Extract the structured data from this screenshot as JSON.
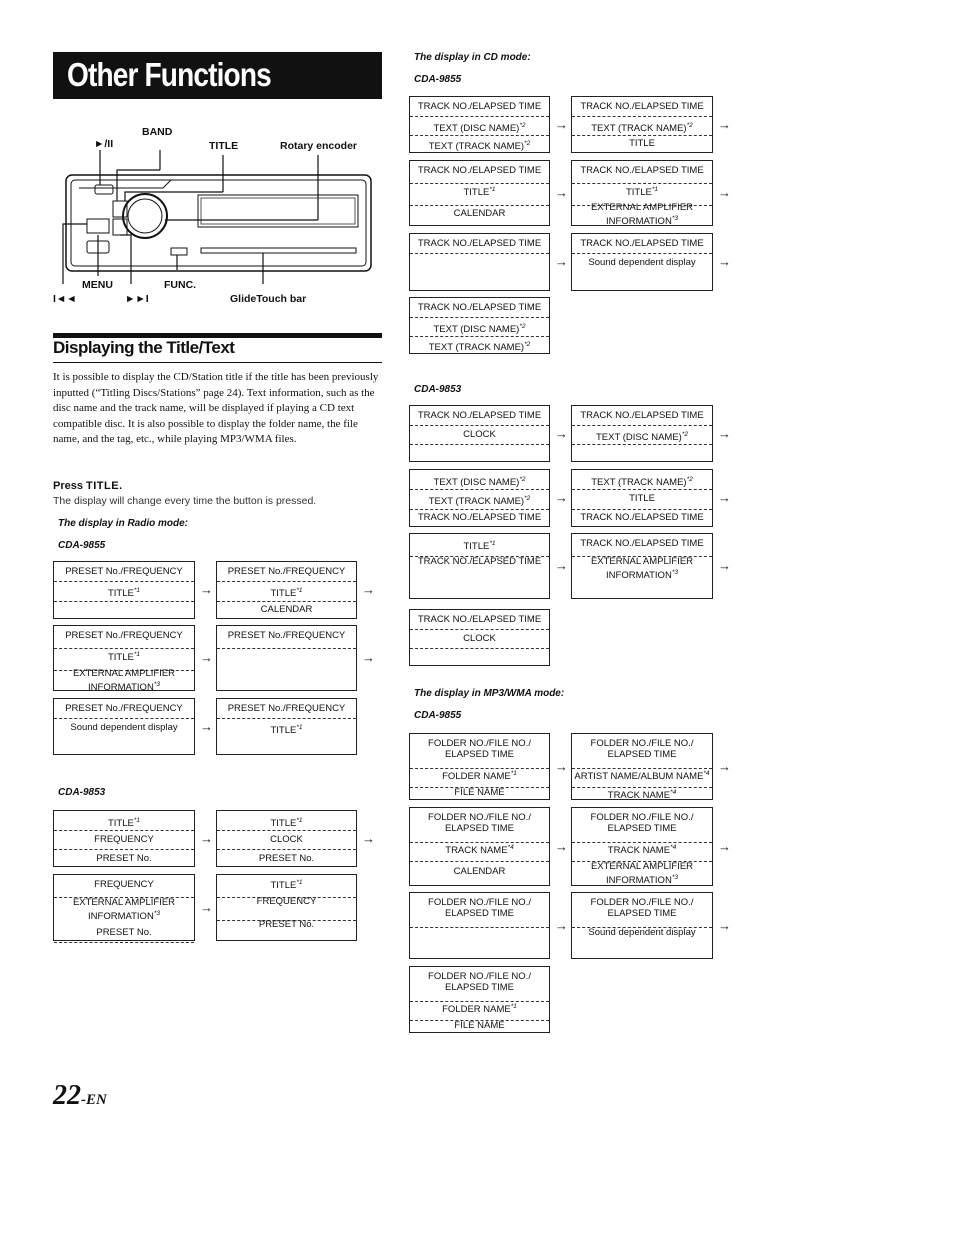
{
  "header": {
    "title": "Other Functions"
  },
  "device": {
    "labels": {
      "play_pause": "►/II",
      "band": "BAND",
      "title": "TITLE",
      "rotary": "Rotary encoder",
      "menu": "MENU",
      "func": "FUNC.",
      "prev": "I◄◄",
      "next": "►►I",
      "glidetouch": "GlideTouch bar"
    }
  },
  "section": {
    "title": "Displaying the Title/Text",
    "body": "It is possible to display the CD/Station title if the title has been previously inputted (“Titling Discs/Stations” page 24). Text information, such as the disc name and the track name, will be displayed if playing a CD text compatible disc. It is also possible to display the folder name, the file name, and the tag, etc., while playing MP3/WMA files.",
    "press_prefix": "Press ",
    "press_key": "TITLE",
    "press_suffix": ".",
    "press_desc": "The display will change every time the button is pressed."
  },
  "radio": {
    "heading": "The display in Radio mode:",
    "model_a": "CDA-9855",
    "model_b": "CDA-9853"
  },
  "cd": {
    "heading": "The display in CD mode:",
    "model_a": "CDA-9855",
    "model_b": "CDA-9853"
  },
  "mp3": {
    "heading": "The display in MP3/WMA mode:",
    "model_a": "CDA-9855"
  },
  "boxes": [
    {
      "rows": [
        [
          "PRESET No./FREQUENCY",
          ""
        ],
        [
          "TITLE",
          "*1"
        ],
        [
          "",
          ""
        ]
      ]
    },
    {
      "rows": [
        [
          "PRESET No./FREQUENCY",
          ""
        ],
        [
          "TITLE",
          "*1"
        ],
        [
          "CALENDAR",
          ""
        ]
      ]
    },
    {
      "rows": [
        [
          "PRESET No./FREQUENCY",
          ""
        ],
        [
          "TITLE",
          "*1"
        ],
        [
          "EXTERNAL AMPLIFIER",
          ""
        ],
        [
          "INFORMATION",
          "*3"
        ]
      ]
    },
    {
      "rows": [
        [
          "PRESET No./FREQUENCY",
          ""
        ],
        [
          "",
          ""
        ],
        [
          "",
          ""
        ]
      ]
    },
    {
      "rows": [
        [
          "PRESET No./FREQUENCY",
          ""
        ],
        [
          "Sound dependent display",
          ""
        ],
        [
          "",
          ""
        ]
      ]
    },
    {
      "rows": [
        [
          "PRESET No./FREQUENCY",
          ""
        ],
        [
          "TITLE",
          "*1"
        ],
        [
          "",
          ""
        ]
      ]
    },
    {
      "rows": [
        [
          "TITLE",
          "*1"
        ],
        [
          "FREQUENCY",
          ""
        ],
        [
          "PRESET No.",
          ""
        ]
      ]
    },
    {
      "rows": [
        [
          "TITLE",
          "*1"
        ],
        [
          "CLOCK",
          ""
        ],
        [
          "PRESET No.",
          ""
        ]
      ]
    },
    {
      "rows": [
        [
          "FREQUENCY",
          ""
        ],
        [
          "EXTERNAL AMPLIFIER",
          ""
        ],
        [
          "INFORMATION",
          "*3"
        ],
        [
          "PRESET No.",
          ""
        ]
      ]
    },
    {
      "rows": [
        [
          "TITLE",
          "*1"
        ],
        [
          "FREQUENCY",
          ""
        ],
        [
          "PRESET No.",
          ""
        ]
      ]
    },
    {
      "rows": [
        [
          "TRACK NO./ELAPSED TIME",
          ""
        ],
        [
          "TEXT (DISC NAME)",
          "*2"
        ],
        [
          "TEXT (TRACK NAME)",
          "*2"
        ]
      ]
    },
    {
      "rows": [
        [
          "TRACK NO./ELAPSED TIME",
          ""
        ],
        [
          "TEXT (TRACK NAME)",
          "*2"
        ],
        [
          "TITLE",
          ""
        ]
      ]
    },
    {
      "rows": [
        [
          "TRACK NO./ELAPSED TIME",
          ""
        ],
        [
          "TITLE",
          "*1"
        ],
        [
          "CALENDAR",
          ""
        ]
      ]
    },
    {
      "rows": [
        [
          "TRACK NO./ELAPSED TIME",
          ""
        ],
        [
          "TITLE",
          "*1"
        ],
        [
          "EXTERNAL AMPLIFIER",
          ""
        ],
        [
          "INFORMATION",
          "*3"
        ]
      ]
    },
    {
      "rows": [
        [
          "TRACK NO./ELAPSED TIME",
          ""
        ],
        [
          "",
          ""
        ],
        [
          "",
          ""
        ]
      ]
    },
    {
      "rows": [
        [
          "TRACK NO./ELAPSED TIME",
          ""
        ],
        [
          "Sound dependent display",
          ""
        ],
        [
          "",
          ""
        ]
      ]
    },
    {
      "rows": [
        [
          "TRACK NO./ELAPSED TIME",
          ""
        ],
        [
          "TEXT (DISC NAME)",
          "*2"
        ],
        [
          "TEXT (TRACK NAME)",
          "*2"
        ]
      ]
    },
    {
      "rows": [
        [
          "TRACK NO./ELAPSED TIME",
          ""
        ],
        [
          "CLOCK",
          ""
        ],
        [
          "",
          ""
        ]
      ]
    },
    {
      "rows": [
        [
          "TRACK NO./ELAPSED TIME",
          ""
        ],
        [
          "TEXT (DISC NAME)",
          "*2"
        ],
        [
          "",
          ""
        ]
      ]
    },
    {
      "rows": [
        [
          "TEXT (DISC NAME)",
          "*2"
        ],
        [
          "TEXT (TRACK NAME)",
          "*2"
        ],
        [
          "TRACK NO./ELAPSED TIME",
          ""
        ]
      ]
    },
    {
      "rows": [
        [
          "TEXT (TRACK NAME)",
          "*2"
        ],
        [
          "TITLE",
          ""
        ],
        [
          "TRACK NO./ELAPSED TIME",
          ""
        ]
      ]
    },
    {
      "rows": [
        [
          "TITLE",
          "*1"
        ],
        [
          "TRACK NO./ELAPSED TIME",
          ""
        ],
        [
          "",
          ""
        ]
      ]
    },
    {
      "rows": [
        [
          "TRACK NO./ELAPSED TIME",
          ""
        ],
        [
          "EXTERNAL AMPLIFIER",
          ""
        ],
        [
          "INFORMATION",
          "*3"
        ]
      ]
    },
    {
      "rows": [
        [
          "TRACK NO./ELAPSED TIME",
          ""
        ],
        [
          "CLOCK",
          ""
        ],
        [
          "",
          ""
        ]
      ]
    },
    {
      "rows": [
        [
          "FOLDER NO./FILE NO./",
          ""
        ],
        [
          "ELAPSED TIME",
          ""
        ],
        [
          "FOLDER NAME",
          "*1"
        ],
        [
          "FILE  NAME",
          ""
        ]
      ]
    },
    {
      "rows": [
        [
          "FOLDER NO./FILE NO./",
          ""
        ],
        [
          "ELAPSED TIME",
          ""
        ],
        [
          "ARTIST NAME/ALBUM NAME",
          "*4"
        ],
        [
          "TRACK NAME",
          "*4"
        ]
      ]
    },
    {
      "rows": [
        [
          "FOLDER NO./FILE NO./",
          ""
        ],
        [
          "ELAPSED TIME",
          ""
        ],
        [
          "TRACK NAME",
          "*4"
        ],
        [
          "CALENDAR",
          ""
        ]
      ]
    },
    {
      "rows": [
        [
          "FOLDER NO./FILE NO./",
          ""
        ],
        [
          "ELAPSED TIME",
          ""
        ],
        [
          "TRACK NAME",
          "*4"
        ],
        [
          "EXTERNAL AMPLIFIER",
          ""
        ],
        [
          "INFORMATION",
          "*3"
        ]
      ]
    },
    {
      "rows": [
        [
          "FOLDER NO./FILE NO./",
          ""
        ],
        [
          "ELAPSED TIME",
          ""
        ],
        [
          "",
          ""
        ]
      ]
    },
    {
      "rows": [
        [
          "FOLDER NO./FILE NO./",
          ""
        ],
        [
          "ELAPSED TIME",
          ""
        ],
        [
          "Sound dependent display",
          ""
        ]
      ]
    },
    {
      "rows": [
        [
          "FOLDER NO./FILE NO./",
          ""
        ],
        [
          "ELAPSED TIME",
          ""
        ],
        [
          "FOLDER NAME",
          "*1"
        ],
        [
          "FILE  NAME",
          ""
        ]
      ]
    }
  ],
  "arrow_glyph": "→",
  "footer": {
    "page": "22",
    "suffix": "-EN"
  }
}
